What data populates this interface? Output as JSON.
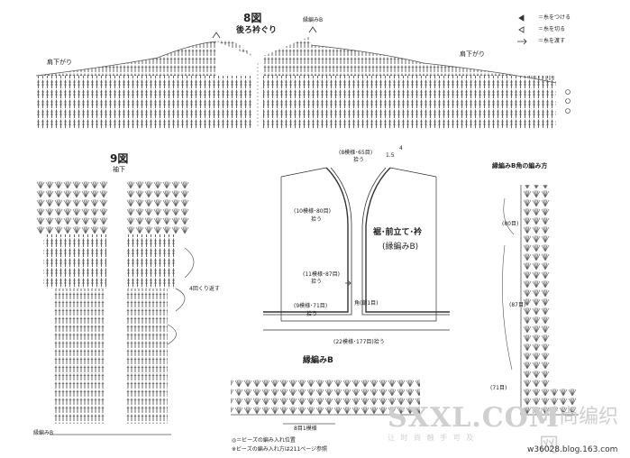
{
  "legend": {
    "attach": "＝糸をつける",
    "cut": "＝糸を切る",
    "rejoin": "＝糸を渡す"
  },
  "fig8": {
    "title": "8図",
    "subtitle": "後ろ衿ぐり",
    "edge_b": "縁編みB",
    "shoulder_left": "肩下がり",
    "shoulder_right": "肩下がり"
  },
  "fig9": {
    "title": "9図",
    "subtitle": "袖下",
    "repeat": "4回くり返す",
    "edge_b_bottom": "縁編みB"
  },
  "body": {
    "top_count": "(8模様･65目)",
    "top_pick": "拾う",
    "side_num_a": "1.5",
    "side_num_b": "4",
    "count_10": "(10模様･80目)",
    "count_10_pick": "拾う",
    "center_title": "裾･前立て･衿",
    "center_sub": "(縁編みB)",
    "count_11": "(11模様･87目)",
    "count_11_pick": "拾う",
    "corner": "角(鎖1目)",
    "count_9": "(9模様･71目)",
    "count_9_pick": "拾う",
    "bottom_count": "(22模様･177目)拾う"
  },
  "edgeB": {
    "title": "縁編みB",
    "repeat": "8目1模様",
    "note": "◎＝ビーズの編み入れ位置",
    "note2": "※ビーズの編み入れ方は211ページ参照"
  },
  "corner": {
    "title": "縁編みB角の編み方",
    "c80": "(80目)",
    "c87": "(87目)",
    "c71": "(71目)"
  },
  "watermark": {
    "url_small": "w36028.blog.163.com",
    "site": "SXXL.COM",
    "cn": "时尚编织网",
    "sub": "让 时 尚 触 手 可 及"
  }
}
